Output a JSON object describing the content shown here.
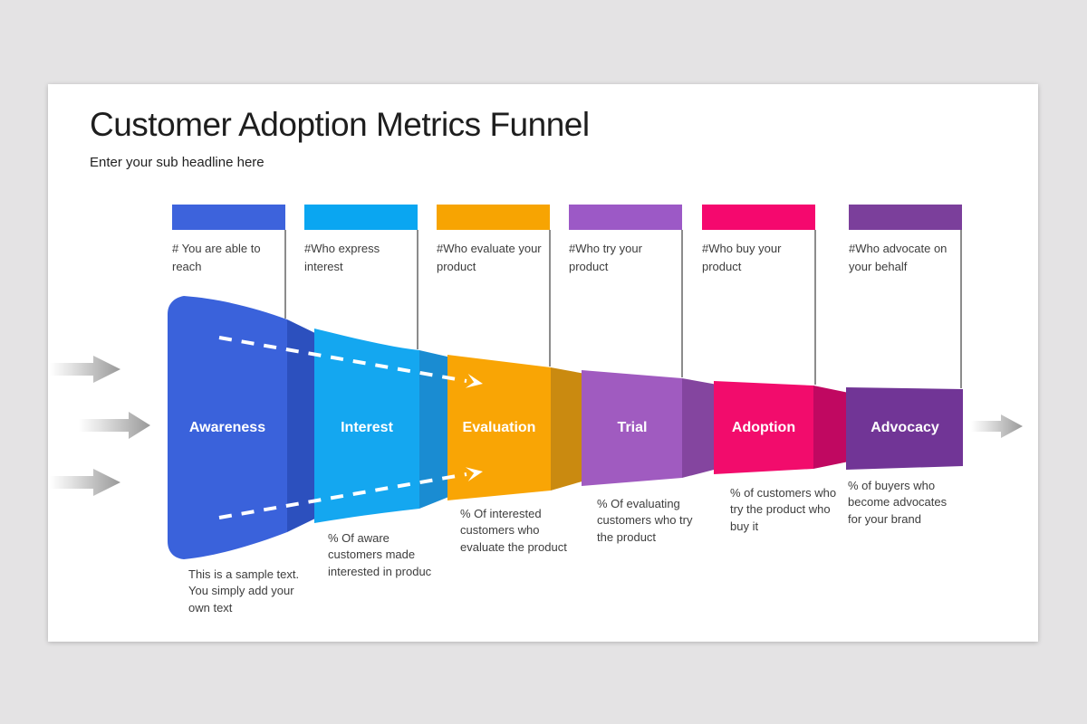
{
  "slide": {
    "title": "Customer Adoption Metrics Funnel",
    "subtitle": "Enter your sub headline here"
  },
  "stages": [
    {
      "name": "Awareness",
      "top_label": "# You are able to reach",
      "bottom_label": "This is a sample text. You simply add your own text",
      "bar_color": "#3D63DC",
      "body_color": "#3A62DB",
      "fold_color": "#2C50BE"
    },
    {
      "name": "Interest",
      "top_label": "#Who express interest",
      "bottom_label": "% Of aware customers made interested in produc",
      "bar_color": "#0AA6F1",
      "body_color": "#14A7F0",
      "fold_color": "#1A8CD2"
    },
    {
      "name": "Evaluation",
      "top_label": "#Who evaluate your product",
      "bottom_label": "% Of interested customers who evaluate the product",
      "bar_color": "#F7A402",
      "body_color": "#F9A505",
      "fold_color": "#CA8A10"
    },
    {
      "name": "Trial",
      "top_label": "#Who try your product",
      "bottom_label": "% Of evaluating customers who try the product",
      "bar_color": "#9C59C6",
      "body_color": "#A05BC0",
      "fold_color": "#84459F"
    },
    {
      "name": "Adoption",
      "top_label": "#Who buy your product",
      "bottom_label": "% of customers who try the product who buy it",
      "bar_color": "#F5086E",
      "body_color": "#F20C6C",
      "fold_color": "#C00861"
    },
    {
      "name": "Advocacy",
      "top_label": "#Who advocate on your behalf",
      "bottom_label": "% of buyers who become advocates for your brand",
      "bar_color": "#7B3F9B",
      "body_color": "#713596",
      "fold_color": "#5E2A7E"
    }
  ],
  "colors": {
    "background": "#E4E3E4",
    "slide": "#FFFFFF",
    "connector_line": "#3F3F3F",
    "dashed_arrow": "#FFFFFF"
  }
}
